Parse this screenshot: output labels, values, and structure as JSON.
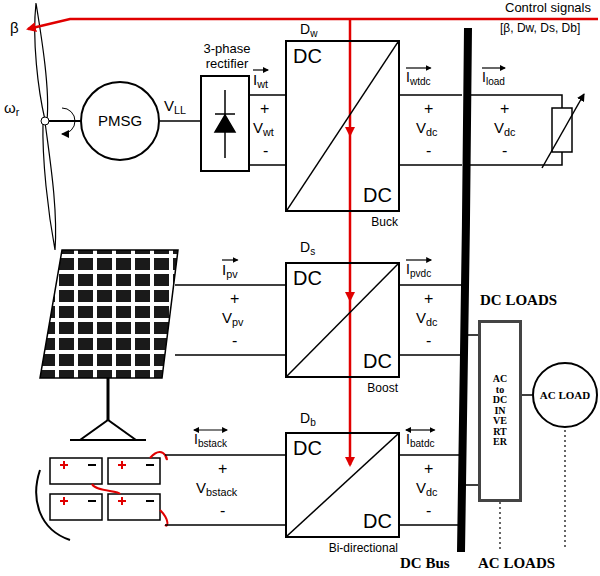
{
  "diagram": {
    "nodes": [
      {
        "text": [
          "PMSG"
        ]
      },
      {
        "text": [
          "3-phase rectifier"
        ]
      },
      {
        "text": [
          "DC",
          "DC",
          "Buck"
        ]
      },
      {
        "text": [
          "DC",
          "DC",
          "Boost"
        ]
      },
      {
        "text": [
          "AC to DC INVERTER"
        ]
      },
      {
        "text": [
          "DC",
          "DC",
          "Bi-directional"
        ]
      },
      {
        "text": [
          "AC LOAD"
        ]
      }
    ],
    "edges": [
      {
        "from": 0,
        "to": 1,
        "arrow": "none"
      },
      {
        "from": 1,
        "to": 2,
        "arrow": "none"
      },
      {
        "from": 4,
        "to": 6,
        "arrow": "none"
      }
    ],
    "labels": [
      "Control signals",
      "[β, Dw, Ds, Db]",
      "β",
      "ωr",
      "VLL",
      "Iwt",
      "+",
      "Vwt",
      "-",
      "Dw",
      "Iwtdc",
      "+",
      "Vdc",
      "-",
      "Iload",
      "+",
      "Vdc",
      "-",
      "Ds",
      "Ipv",
      "+",
      "Vpv",
      "-",
      "Ipvdc",
      "+",
      "Vdc",
      "-",
      "DC LOADS",
      "Db",
      "Ibstack",
      "+",
      "Vbstack",
      "-",
      "Ibatdc",
      "+",
      "Vdc",
      "-",
      "DC Bus",
      "AC LOADS"
    ]
  }
}
